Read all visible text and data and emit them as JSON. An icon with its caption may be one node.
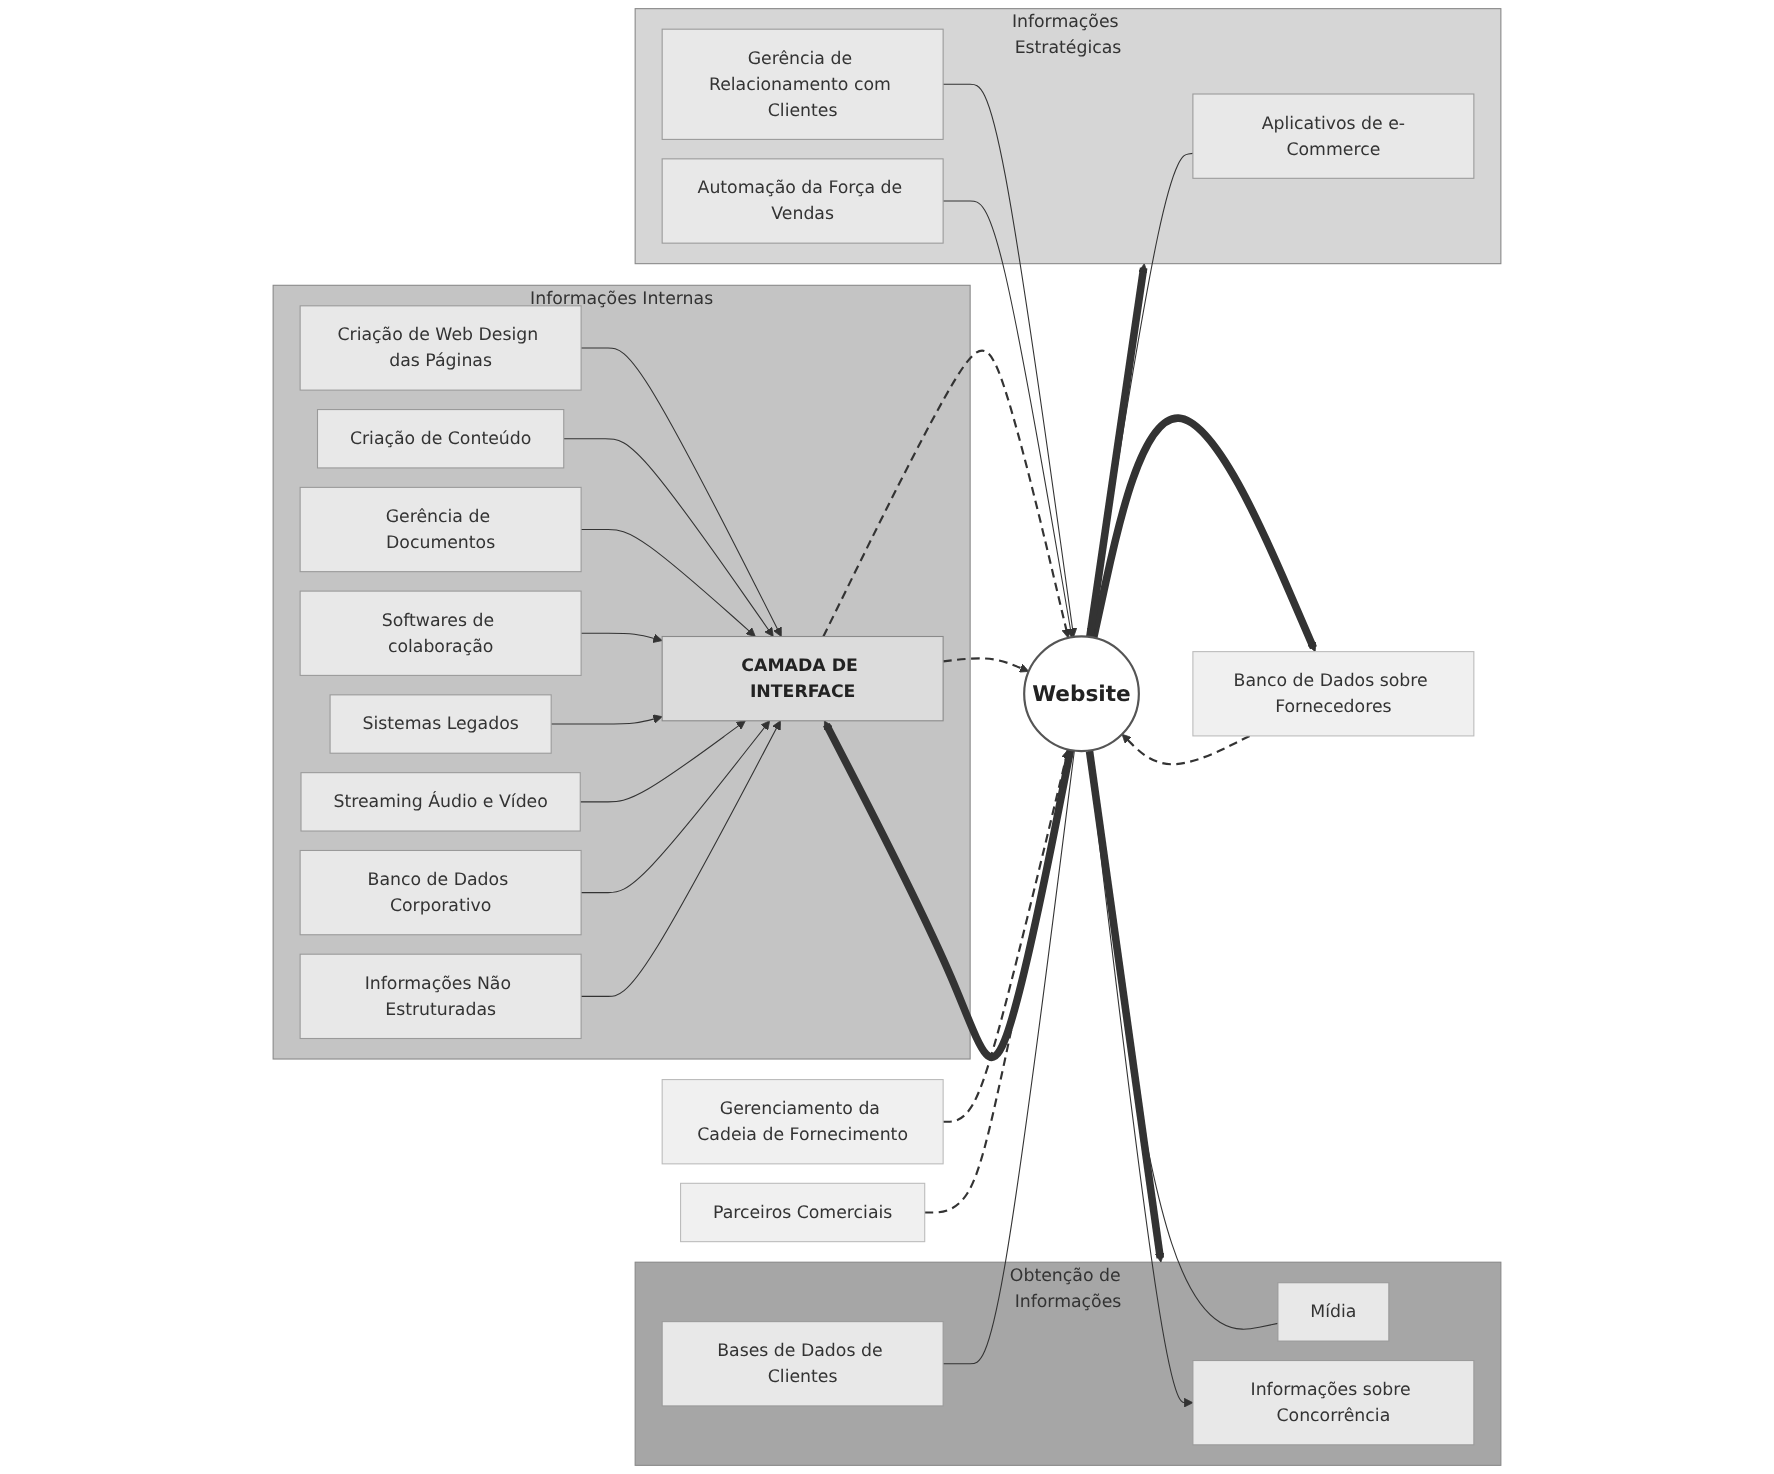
{
  "diagram": {
    "nodes": [
      {
        "text": [
          "Informações Internas"
        ]
      },
      {
        "text": [
          "Criação de Web Design das Páginas"
        ],
        "in": 0
      },
      {
        "text": [
          "Criação de Conteúdo"
        ],
        "in": 0
      },
      {
        "text": [
          "Gerência de Documentos"
        ],
        "in": 0
      },
      {
        "text": [
          "Softwares de colaboração"
        ],
        "in": 0
      },
      {
        "text": [
          "Sistemas Legados"
        ],
        "in": 0
      },
      {
        "text": [
          "Streaming Áudio e Vídeo"
        ],
        "in": 0
      },
      {
        "text": [
          "Banco de Dados Corporativo"
        ],
        "in": 0
      },
      {
        "text": [
          "Informações Não Estruturadas"
        ],
        "in": 0
      },
      {
        "text": [
          "CAMADA DE INTERFACE"
        ],
        "in": 0
      },
      {
        "text": [
          "Obtenção de Informações"
        ]
      },
      {
        "text": [
          "Mídia"
        ],
        "in": 10
      },
      {
        "text": [
          "Informações sobre Concorrência"
        ],
        "in": 10
      },
      {
        "text": [
          "Bases de Dados de Clientes"
        ],
        "in": 10
      },
      {
        "text": [
          "Website"
        ]
      },
      {
        "text": [
          "Gerenciamento da Cadeia de Fornecimento"
        ]
      },
      {
        "text": [
          "Banco de Dados sobre Fornecedores"
        ]
      },
      {
        "text": [
          "Parceiros Comerciais"
        ]
      },
      {
        "text": [
          "Informações Estratégicas"
        ]
      },
      {
        "text": [
          "Aplicativos de e-Commerce"
        ],
        "in": 18
      },
      {
        "text": [
          "Gerência de Relacionamento com Clientes"
        ],
        "in": 18
      },
      {
        "text": [
          "Automação da Força de Vendas"
        ],
        "in": 18
      }
    ],
    "edges": [
      {
        "from": 1,
        "to": 9,
        "arrow": "to"
      },
      {
        "from": 2,
        "to": 9,
        "arrow": "to"
      },
      {
        "from": 3,
        "to": 9,
        "arrow": "to"
      },
      {
        "from": 4,
        "to": 9,
        "arrow": "to"
      },
      {
        "from": 5,
        "to": 9,
        "arrow": "to"
      },
      {
        "from": 6,
        "to": 9,
        "arrow": "to"
      },
      {
        "from": 7,
        "to": 9,
        "arrow": "to"
      },
      {
        "from": 8,
        "to": 9,
        "arrow": "to"
      },
      {
        "from": 9,
        "to": 14,
        "arrow": "to",
        "style": "dashed"
      },
      {
        "from": 9,
        "to": 14,
        "arrow": "to",
        "style": "dashed"
      },
      {
        "from": 14,
        "to": 9,
        "arrow": "to",
        "style": "thick"
      },
      {
        "from": 14,
        "to": 10,
        "arrow": "to",
        "style": "thick"
      },
      {
        "from": 11,
        "to": 14,
        "arrow": "none"
      },
      {
        "from": 13,
        "to": 14,
        "arrow": "none"
      },
      {
        "from": 14,
        "to": 12,
        "arrow": "to"
      },
      {
        "from": 14,
        "to": 16,
        "arrow": "to",
        "style": "thick"
      },
      {
        "from": 15,
        "to": 14,
        "arrow": "to",
        "style": "dashed"
      },
      {
        "from": 16,
        "to": 14,
        "arrow": "to",
        "style": "dashed"
      },
      {
        "from": 17,
        "to": 14,
        "arrow": "to",
        "style": "dashed"
      },
      {
        "from": 14,
        "to": 18,
        "arrow": "to",
        "style": "thick"
      },
      {
        "from": 19,
        "to": 14,
        "arrow": "to"
      },
      {
        "from": 20,
        "to": 14,
        "arrow": "to"
      },
      {
        "from": 21,
        "to": 14,
        "arrow": "to"
      }
    ]
  }
}
